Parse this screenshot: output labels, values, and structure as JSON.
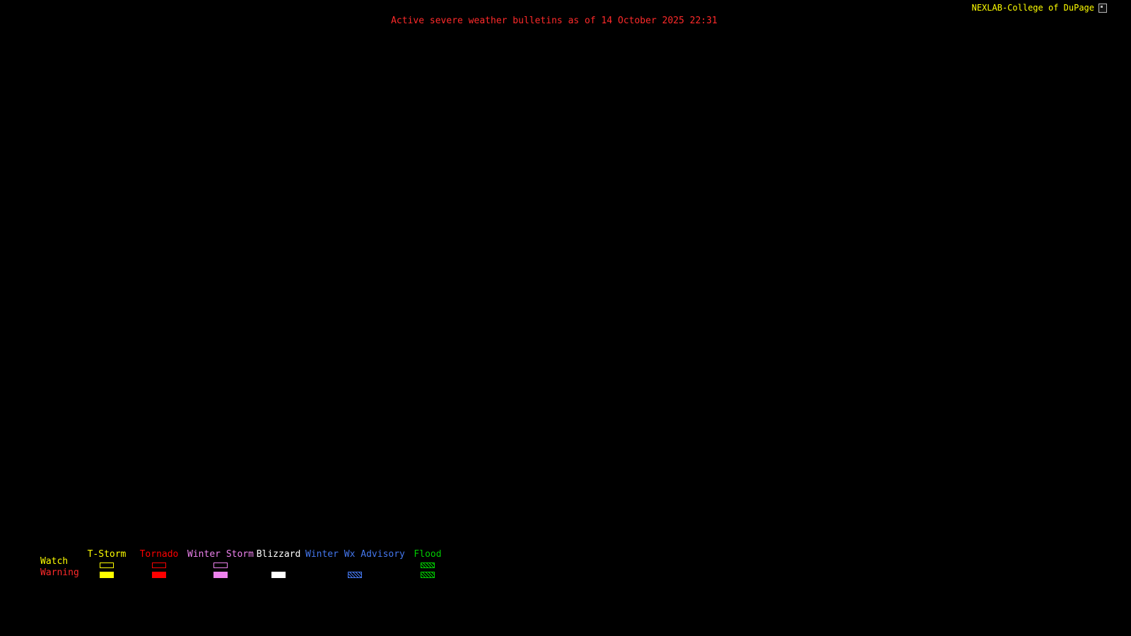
{
  "header": {
    "site": "NEXLAB-College of DuPage",
    "site_color": "#ffff00",
    "title": "Active severe weather bulletins as of 14 October 2025 22:31",
    "title_color": "#ff2a2a"
  },
  "legend": {
    "row_labels": {
      "watch": "Watch",
      "warning": "Warning"
    },
    "watch_label_color": "#ffff00",
    "warning_label_color": "#ff2a2a",
    "items": [
      {
        "label": "T-Storm",
        "color": "#ffff00",
        "watch": "outline",
        "warning": "filled"
      },
      {
        "label": "Tornado",
        "color": "#ff0000",
        "watch": "outline",
        "warning": "filled"
      },
      {
        "label": "Winter Storm",
        "color": "#ee82ee",
        "watch": "outline",
        "warning": "filled"
      },
      {
        "label": "Blizzard",
        "color": "#ffffff",
        "watch": "none",
        "warning": "filled"
      },
      {
        "label": "Winter Wx Advisory",
        "color": "#4477ee",
        "watch": "none",
        "warning": "hatched"
      },
      {
        "label": "Flood",
        "color": "#00cc00",
        "watch": "hatched",
        "warning": "hatched"
      }
    ]
  }
}
